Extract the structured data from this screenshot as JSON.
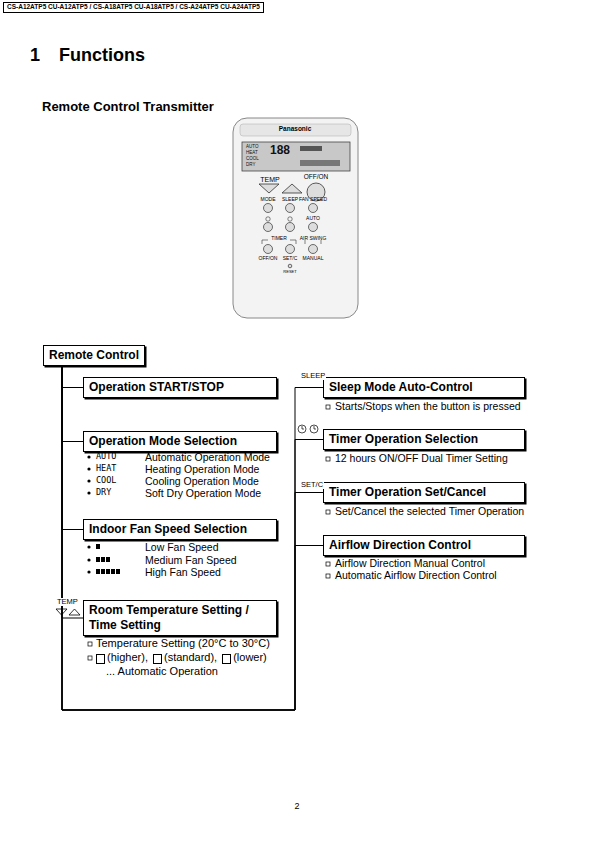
{
  "diagram": {
    "title": "1 Functions",
    "nodes": [
      {
        "text": [
          "Remote Control"
        ]
      },
      {
        "text": [
          "Operation START/STOP"
        ]
      },
      {
        "text": [
          "Operation Mode Selection"
        ]
      },
      {
        "text": [
          "Indoor Fan Speed Selection"
        ]
      },
      {
        "text": [
          "Room Temperature Setting / Time Setting"
        ]
      },
      {
        "text": [
          "Sleep Mode Auto-Control"
        ]
      },
      {
        "text": [
          "Timer Operation Selection"
        ]
      },
      {
        "text": [
          "Timer Operation Set/Cancel"
        ]
      },
      {
        "text": [
          "Airflow Direction Control"
        ]
      }
    ],
    "edges": [
      {
        "from": 0,
        "to": 1,
        "arrow": "none"
      },
      {
        "from": 0,
        "to": 2,
        "arrow": "none"
      },
      {
        "from": 0,
        "to": 3,
        "arrow": "none"
      },
      {
        "from": 0,
        "to": 4,
        "arrow": "none"
      },
      {
        "from": 0,
        "to": 5,
        "arrow": "none"
      },
      {
        "from": 0,
        "to": 6,
        "arrow": "none"
      },
      {
        "from": 0,
        "to": 7,
        "arrow": "none"
      },
      {
        "from": 0,
        "to": 8,
        "arrow": "none"
      }
    ],
    "labels": [
      "CS-A12ATP5 CU-A12ATP5 / CS-A18ATP5 CU-A18ATP5 / CS-A24ATP5 CU-A24ATP5",
      "Remote Control Transmitter",
      "Panasonic",
      "AUTO",
      "HEAT",
      "COOL",
      "DRY",
      "188",
      "TEMP",
      "OFF/ON",
      "MODE",
      "SLEEP",
      "FAN SPEED",
      "AUTO",
      "TIMER",
      "AIR SWING",
      "OFF/ON",
      "SET/C",
      "MANUAL",
      "RESET",
      "SLEEP",
      "SET/C",
      "TEMP",
      "AUTO",
      "Automatic Operation Mode",
      "HEAT",
      "Heating Operation Mode",
      "COOL",
      "Cooling Operation Mode",
      "DRY",
      "Soft Dry Operation Mode",
      "Low Fan Speed",
      "Medium Fan Speed",
      "High Fan Speed",
      "Temperature Setting (20°C to 30°C)",
      "(higher),",
      "(standard),",
      "(lower)",
      "... Automatic Operation",
      "Starts/Stops when the button is pressed",
      "12 hours ON/OFF Dual Timer Setting",
      "Set/Cancel the selected Timer Operation",
      "Airflow Direction Manual Control",
      "Automatic Airflow Direction Control",
      "2"
    ]
  }
}
